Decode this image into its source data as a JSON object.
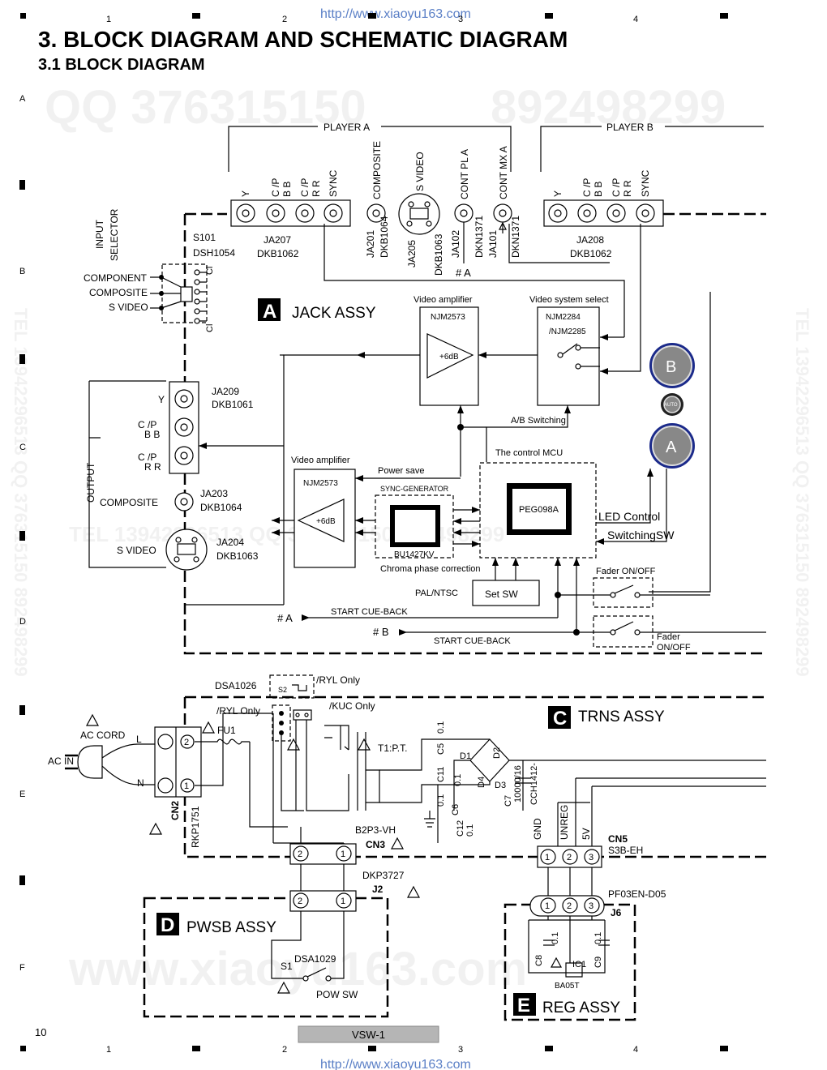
{
  "header": {
    "url": "http://www.xiaoyu163.com",
    "title": "3. BLOCK DIAGRAM AND SCHEMATIC DIAGRAM",
    "subtitle": "3.1  BLOCK DIAGRAM",
    "grid_cols": [
      "1",
      "2",
      "3",
      "4"
    ],
    "grid_rows": [
      "A",
      "B",
      "C",
      "D",
      "E",
      "F"
    ]
  },
  "watermarks": {
    "qq": "QQ 376315150",
    "qq2": "892498299",
    "tel_mid": "TEL  13942296513   QQ 376315150   892498299",
    "side": "TEL 13942296513  QQ 376315150  892498299",
    "www": "www.xiaoyu163.com"
  },
  "player_a": {
    "label": "PLAYER A",
    "pins": [
      "Y",
      "C /P",
      "B  B",
      "C /P",
      "R  R",
      "SYNC"
    ],
    "composite": "COMPOSITE",
    "svideo": "S VIDEO",
    "cont_pl_a": "CONT PL A",
    "cont_mx_a": "CONT MX A",
    "ja207": "JA207",
    "dkb1062": "DKB1062",
    "ja201": "JA201",
    "dkb1064": "DKB1064",
    "ja205": "JA205",
    "dkb1063": "DKB1063",
    "ja102": "JA102",
    "dkn1371": "DKN1371",
    "ja101": "JA101",
    "dkn1371b": "DKN1371",
    "hash_a": "# A"
  },
  "player_b": {
    "label": "PLAYER B",
    "pins": [
      "Y",
      "C /P",
      "B  B",
      "C /P",
      "R  R",
      "SYNC"
    ],
    "ja208": "JA208",
    "dkb1062": "DKB1062"
  },
  "input_selector": {
    "label1": "INPUT",
    "label2": "SELECTOR",
    "s101": "S101",
    "dsh1054": "DSH1054",
    "component": "COMPONENT",
    "composite": "COMPOSITE",
    "svideo": "S VIDEO",
    "cl": "Cl"
  },
  "jack_assy": {
    "letter": "A",
    "name": "JACK ASSY"
  },
  "video_amp_top": {
    "label": "Video amplifier",
    "ic": "NJM2573",
    "gain": "+6dB"
  },
  "video_sys_select": {
    "label": "Video system select",
    "ic1": "NJM2284",
    "ic2": "/NJM2285"
  },
  "buttons": {
    "b": "B",
    "auto": "AUTO",
    "a": "A"
  },
  "output": {
    "label": "OUTPUT",
    "y": "Y",
    "cbpb1": "C /P",
    "cbpb2": "B  B",
    "crpr1": "C /P",
    "crpr2": "R  R",
    "ja209": "JA209",
    "dkb1061": "DKB1061",
    "composite": "COMPOSITE",
    "ja203": "JA203",
    "dkb1064": "DKB1064",
    "svideo": "S VIDEO",
    "ja204": "JA204",
    "dkb1063": "DKB1063"
  },
  "ab_switching": "A/B Switching",
  "mcu": {
    "label": "The control MCU",
    "ic": "PEG098A"
  },
  "video_amp_bottom": {
    "label": "Video amplifier",
    "ic": "NJM2573",
    "gain": "+6dB"
  },
  "power_save": "Power save",
  "sync_gen": {
    "label": "SYNC-GENERATOR",
    "ic": "BU1427KV",
    "chroma": "Chroma phase correction"
  },
  "led_control": "LED Control",
  "switching_sw": "SwitchingSW",
  "pal_ntsc": "PAL/NTSC",
  "set_sw": "Set SW",
  "fader_top": "Fader ON/OFF",
  "fader_bottom1": "Fader",
  "fader_bottom2": "ON/OFF",
  "hash_a2": "# A",
  "hash_b": "# B",
  "start_cue_a": "START CUE-BACK",
  "start_cue_b": "START CUE-BACK",
  "power": {
    "dsa1026": "DSA1026",
    "s2": "S2",
    "ryl_only": "/RYL Only",
    "ryl_only2": "/RYL Only",
    "kuc_only": "/KUC Only",
    "ac_cord": "AC CORD",
    "ac_in": "AC IN",
    "l": "L",
    "n": "N",
    "fu1": "FU1",
    "cn2": "CN2",
    "rkp1751": "RKP1751",
    "t1": "T1:P.T.",
    "c5": "C5",
    "c5v": "0.1",
    "c11": "C11",
    "c11v": "0.1",
    "c6": "C6",
    "c6v": "0.1",
    "c12": "C12",
    "c12v": "0.1",
    "d1": "D1",
    "d2": "D2",
    "d3": "D3",
    "d4": "D4",
    "c7": "C7",
    "c7v": "10000/16",
    "cch": "CCH1412-",
    "b2p3": "B2P3-VH",
    "cn3": "CN3",
    "dkp3727": "DKP3727",
    "j2": "J2",
    "gnd": "GND",
    "unreg": "UNREG",
    "v5": "5V",
    "cn5": "CN5",
    "s3beh": "S3B-EH",
    "pf03": "PF03EN-D05",
    "j6": "J6",
    "pin1": "1",
    "pin2": "2",
    "pin3": "3"
  },
  "trns_assy": {
    "letter": "C",
    "name": "TRNS ASSY"
  },
  "pwsb_assy": {
    "letter": "D",
    "name": "PWSB ASSY",
    "s1": "S1",
    "dsa1029": "DSA1029",
    "pow_sw": "POW SW"
  },
  "reg_assy": {
    "letter": "E",
    "name": "REG ASSY",
    "c8": "C8",
    "c8v": "0.1",
    "c9": "C9",
    "c9v": "0.1",
    "ic1": "IC1",
    "ba05t": "BA05T"
  },
  "footer": {
    "page": "10",
    "model": "VSW-1"
  }
}
